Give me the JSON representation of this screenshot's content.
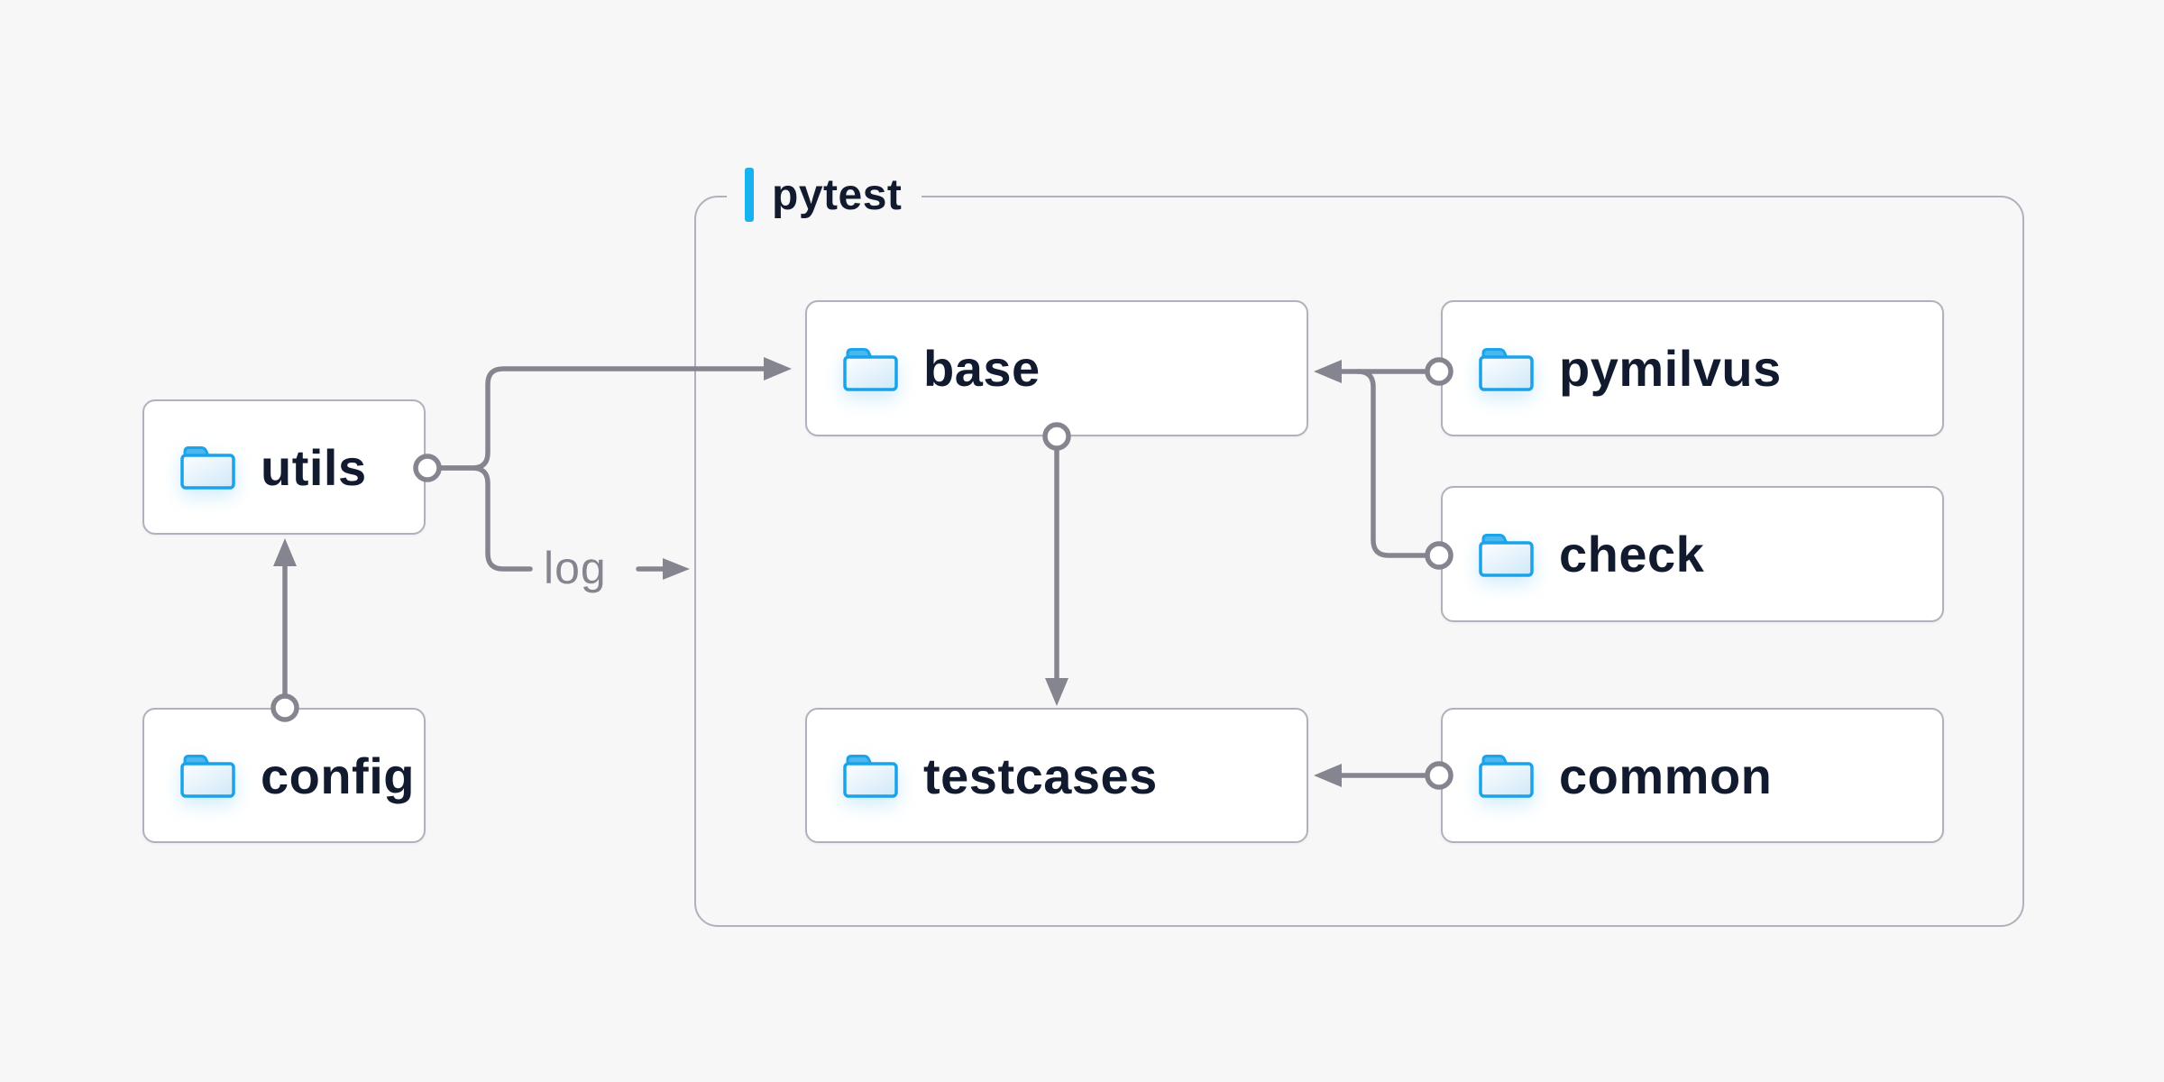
{
  "diagram": {
    "container": {
      "label": "pytest"
    },
    "nodes": [
      {
        "id": "utils",
        "label": "utils"
      },
      {
        "id": "config",
        "label": "config"
      },
      {
        "id": "base",
        "label": "base"
      },
      {
        "id": "pymilvus",
        "label": "pymilvus"
      },
      {
        "id": "check",
        "label": "check"
      },
      {
        "id": "testcases",
        "label": "testcases"
      },
      {
        "id": "common",
        "label": "common"
      }
    ],
    "connections": {
      "log_label": "log",
      "edges": [
        {
          "from": "config",
          "to": "utils"
        },
        {
          "from": "utils",
          "to": "base"
        },
        {
          "from": "utils",
          "to": "log (outside pytest frame)"
        },
        {
          "from": "pymilvus",
          "to": "base"
        },
        {
          "from": "check",
          "to": "base"
        },
        {
          "from": "base",
          "to": "testcases"
        },
        {
          "from": "common",
          "to": "testcases"
        }
      ]
    },
    "colors": {
      "background": "#f7f7f8",
      "node_fill": "#ffffff",
      "node_border": "#b1b1bd",
      "wire": "#85858f",
      "text_dark": "#111a2e",
      "text_muted": "#85858f",
      "accent_blue": "#18b2f0",
      "folder_stroke": "#1aa3e8",
      "folder_tab": "#4ab8ef",
      "folder_body": "#d2e9f9"
    }
  }
}
